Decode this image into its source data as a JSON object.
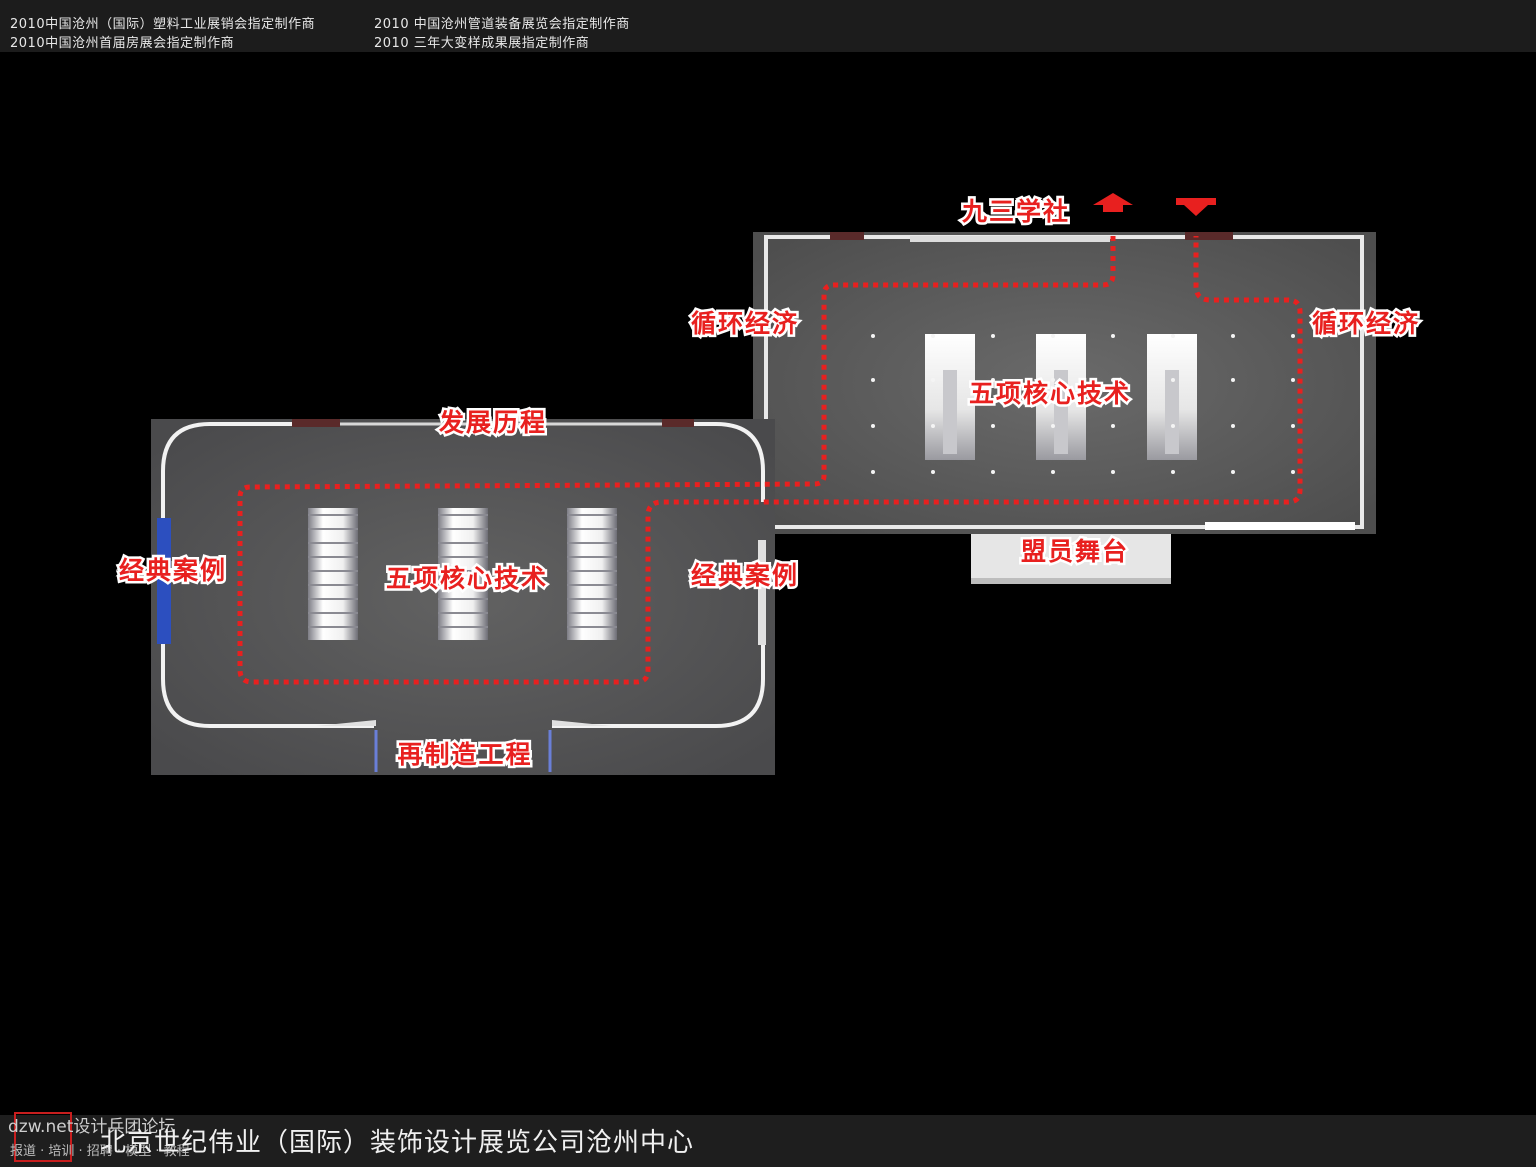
{
  "header": {
    "line1_left": "2010中国沧州（国际）塑料工业展销会指定制作商",
    "line2_left": "2010中国沧州首届房展会指定制作商",
    "line1_right": "2010 中国沧州管道装备展览会指定制作商",
    "line2_right": "2010 三年大变样成果展指定制作商"
  },
  "labels": {
    "jiusan": "九三学社",
    "xunhuan_left": "循环经济",
    "xunhuan_right": "循环经济",
    "wuxiang_right": "五项核心技术",
    "mengyuan": "盟员舞台",
    "fazhan": "发展历程",
    "jingdian_left": "经典案例",
    "wuxiang_left": "五项核心技术",
    "jingdian_right": "经典案例",
    "zaizhizao": "再制造工程"
  },
  "footer": {
    "company": "北京世纪伟业（国际）装饰设计展览公司沧州中心",
    "watermark": "dzw.net设计兵团论坛",
    "watermark_sub": "报道 · 培训 · 招聘 · 模型 · 教程"
  },
  "colors": {
    "route": "#e8201f",
    "floor": "#5a5a5a",
    "label_fill": "#e8201f",
    "label_stroke": "#ffffff",
    "accent_blue": "#2c4fbf"
  },
  "icons": {
    "exit_arrow": "arrow-up-icon",
    "entrance_arrow": "arrow-down-icon"
  }
}
